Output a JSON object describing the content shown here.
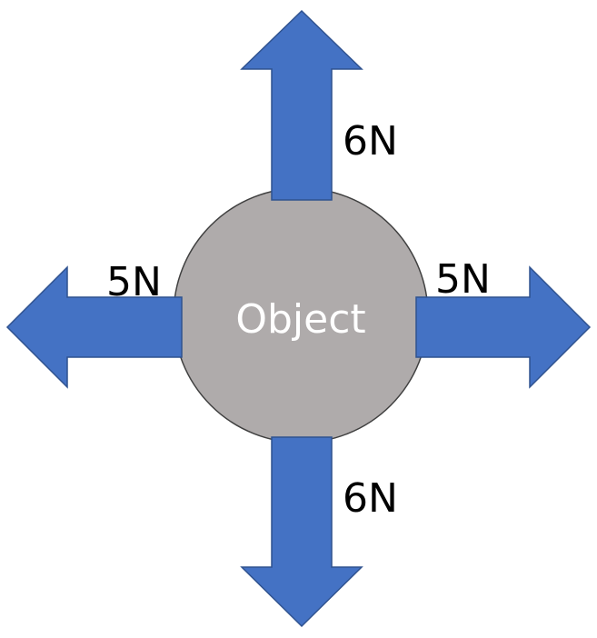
{
  "object_label": "Object",
  "forces": {
    "up": "6N",
    "down": "6N",
    "left": "5N",
    "right": "5N"
  },
  "colors": {
    "arrow_fill": "#4472C4",
    "arrow_stroke": "#2F528F",
    "object_fill": "#AFABAB",
    "object_stroke": "#404040",
    "object_text": "#FFFFFF",
    "label_text": "#000000"
  }
}
